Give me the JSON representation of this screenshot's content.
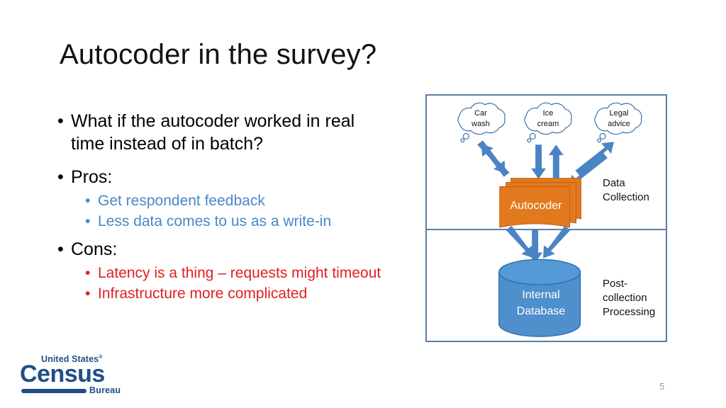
{
  "slide": {
    "title": "Autocoder in the survey?",
    "number": "5"
  },
  "bullets": {
    "item1": "What if the autocoder worked in real time instead of in batch?",
    "pros_heading": "Pros:",
    "pros": [
      "Get respondent feedback",
      "Less data comes to us as a write-in"
    ],
    "cons_heading": "Cons:",
    "cons": [
      "Latency is a thing – requests might timeout",
      "Infrastructure more complicated"
    ],
    "bullet_glyph": "•",
    "pros_color": "#4A87C8",
    "cons_color": "#E02020"
  },
  "diagram": {
    "clouds": [
      {
        "line1": "Car",
        "line2": "wash"
      },
      {
        "line1": "Ice",
        "line2": "cream"
      },
      {
        "line1": "Legal",
        "line2": "advice"
      }
    ],
    "autocoder_label": "Autocoder",
    "database": {
      "line1": "Internal",
      "line2": "Database"
    },
    "top_section_label_line1": "Data",
    "top_section_label_line2": "Collection",
    "bottom_section_label_line1": "Post-",
    "bottom_section_label_line2": "collection",
    "bottom_section_label_line3": "Processing",
    "colors": {
      "border": "#5B7FA6",
      "arrow": "#4A84C4",
      "autocoder_fill": "#E3791E",
      "autocoder_stroke": "#C25F12",
      "database_fill": "#4F8FCC",
      "database_stroke": "#2E6FAE",
      "cloud_stroke": "#3A6EA5"
    }
  },
  "logo": {
    "united_states": "United States",
    "registered": "®",
    "census": "Census",
    "bureau": "Bureau",
    "color": "#1F4E87"
  }
}
